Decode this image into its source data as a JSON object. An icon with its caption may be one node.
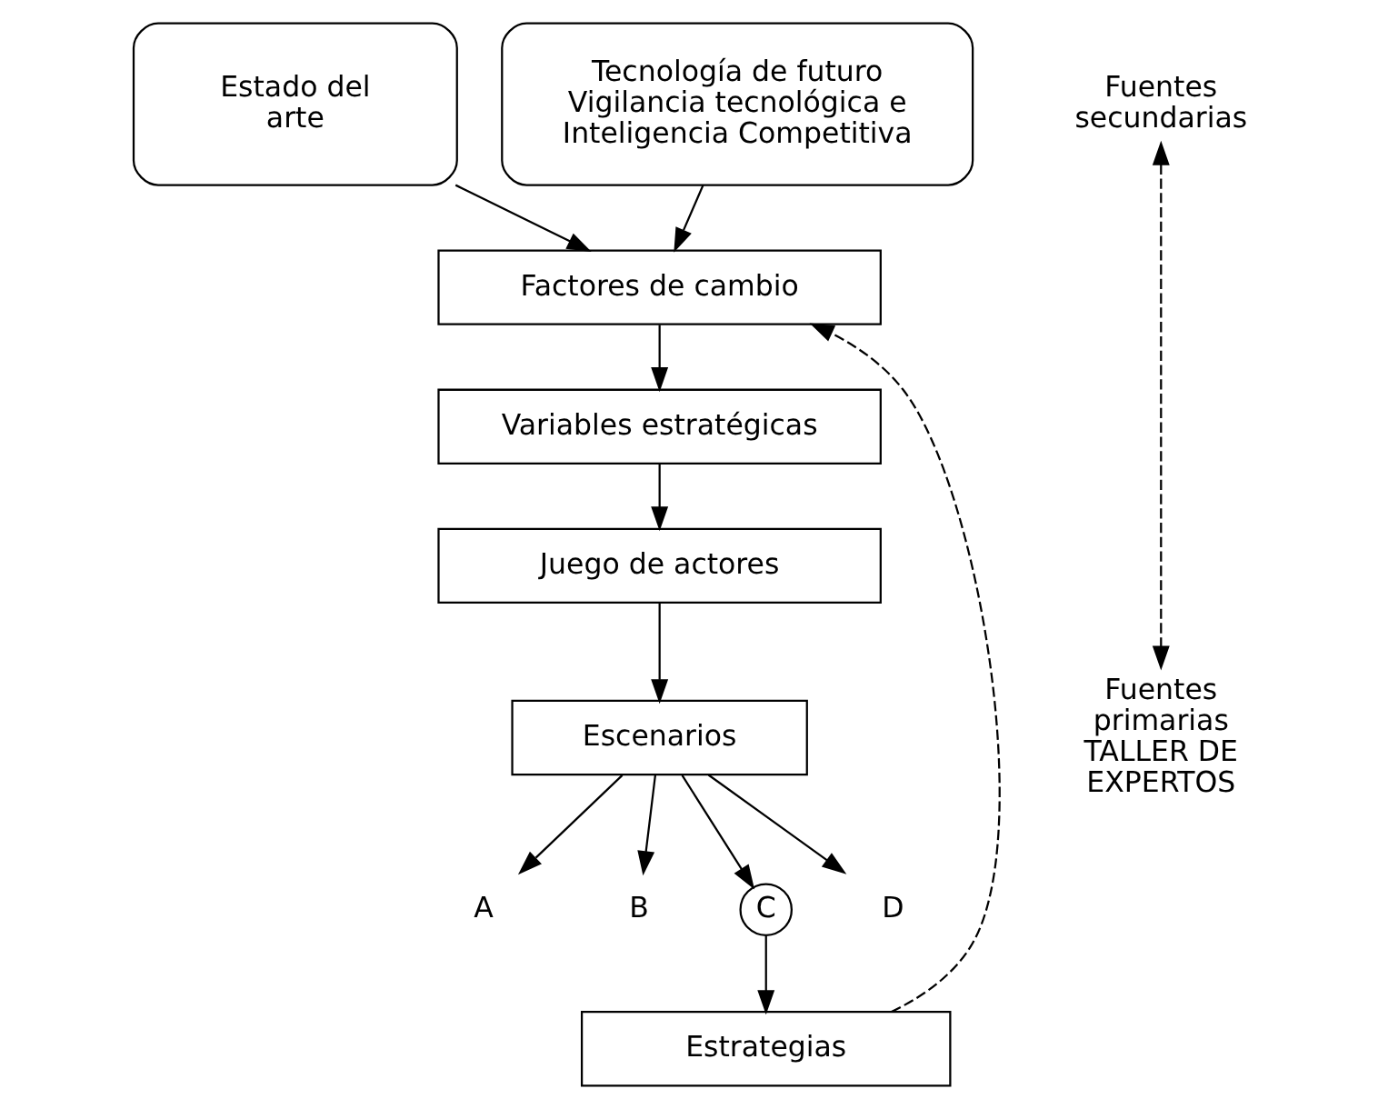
{
  "diagram": {
    "nodes": [
      {
        "text": [
          "Estado del arte"
        ]
      },
      {
        "text": [
          "Tecnología de futuro Vigilancia tecnológica e Inteligencia Competitiva"
        ]
      },
      {
        "text": [
          "Factores de cambio"
        ]
      },
      {
        "text": [
          "Variables estratégicas"
        ]
      },
      {
        "text": [
          "Juego de actores"
        ]
      },
      {
        "text": [
          "Escenarios"
        ]
      },
      {
        "text": [
          "A"
        ]
      },
      {
        "text": [
          "B"
        ]
      },
      {
        "text": [
          "C"
        ]
      },
      {
        "text": [
          "D"
        ]
      },
      {
        "text": [
          "Estrategias"
        ]
      },
      {
        "text": [
          "Fuentes secundarias"
        ]
      },
      {
        "text": [
          "Fuentes primarias TALLER DE EXPERTOS"
        ]
      }
    ],
    "edges": [
      {
        "from": 0,
        "to": 2,
        "arrow": "to"
      },
      {
        "from": 1,
        "to": 2,
        "arrow": "to"
      },
      {
        "from": 2,
        "to": 3,
        "arrow": "to"
      },
      {
        "from": 3,
        "to": 4,
        "arrow": "to"
      },
      {
        "from": 4,
        "to": 5,
        "arrow": "to"
      },
      {
        "from": 5,
        "to": 6,
        "arrow": "to"
      },
      {
        "from": 5,
        "to": 7,
        "arrow": "to"
      },
      {
        "from": 5,
        "to": 8,
        "arrow": "to"
      },
      {
        "from": 5,
        "to": 9,
        "arrow": "to"
      },
      {
        "from": 8,
        "to": 10,
        "arrow": "to"
      },
      {
        "from": 10,
        "to": 2,
        "arrow": "to",
        "style": "dashed"
      },
      {
        "from": 11,
        "to": 12,
        "arrow": "both",
        "style": "dashed"
      }
    ]
  }
}
